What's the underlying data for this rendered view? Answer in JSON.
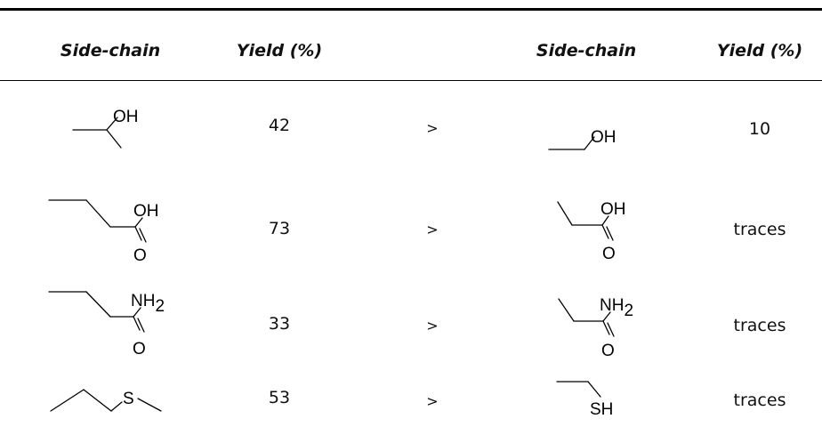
{
  "table": {
    "headers": [
      "Side-chain",
      "Yield (%)",
      "Side-chain",
      "Yield (%)"
    ],
    "rows": [
      {
        "left_yield": "42",
        "comparison": ">",
        "right_yield": "10",
        "left_structure": {
          "label": "OH"
        },
        "right_structure": {
          "label": "OH"
        }
      },
      {
        "left_yield": "73",
        "comparison": ">",
        "right_yield": "traces",
        "left_structure": {
          "label_top": "OH",
          "label_bottom": "O"
        },
        "right_structure": {
          "label_top": "OH",
          "label_bottom": "O"
        }
      },
      {
        "left_yield": "33",
        "comparison": ">",
        "right_yield": "traces",
        "left_structure": {
          "label_top": "NH",
          "label_sub": "2",
          "label_bottom": "O"
        },
        "right_structure": {
          "label_top": "NH",
          "label_sub": "2",
          "label_bottom": "O"
        }
      },
      {
        "left_yield": "53",
        "comparison": ">",
        "right_yield": "traces",
        "left_structure": {
          "label": "S"
        },
        "right_structure": {
          "label": "SH"
        }
      }
    ]
  }
}
